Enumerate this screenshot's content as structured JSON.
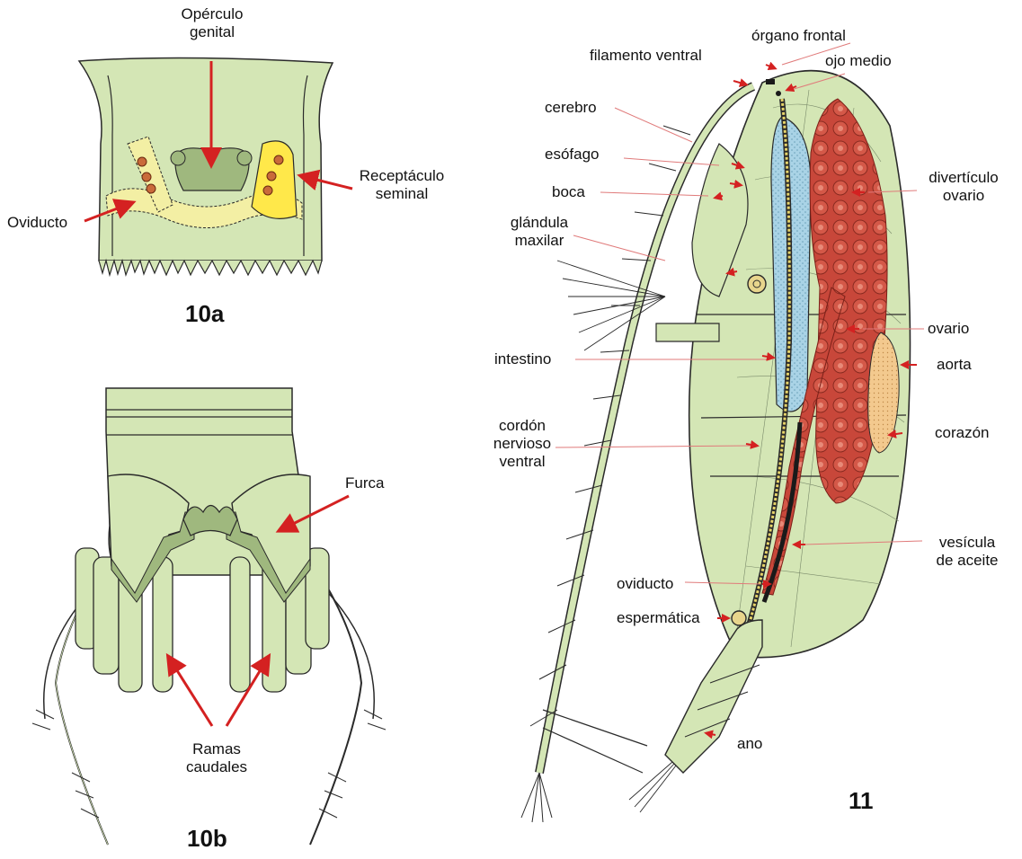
{
  "colors": {
    "body_fill": "#d4e6b5",
    "body_dark": "#9fb87e",
    "outline": "#2a2a2a",
    "arrow": "#d42121",
    "leader": "#e07a7a",
    "ovary": "#c8473a",
    "intestine": "#a9d3e6",
    "seminal_receptacle": "#ffe84a",
    "oviduct_fill": "#f3efa4",
    "egg": "#c96a3a",
    "heart": "#f3c98e"
  },
  "figure_10a": {
    "number": "10a",
    "labels": {
      "genital_operculum": [
        "Opérculo",
        "genital"
      ],
      "seminal_receptacle": [
        "Receptáculo",
        "seminal"
      ],
      "oviduct": "Oviducto"
    }
  },
  "figure_10b": {
    "number": "10b",
    "labels": {
      "furca": "Furca",
      "caudal_rami": [
        "Ramas",
        "caudales"
      ]
    }
  },
  "figure_11": {
    "number": "11",
    "labels": {
      "frontal_organ": "órgano frontal",
      "ventral_filament": "filamento ventral",
      "median_eye": "ojo medio",
      "brain": "cerebro",
      "esophagus": "esófago",
      "mouth": "boca",
      "maxillary_gland": [
        "glándula",
        "maxilar"
      ],
      "diverticulum_ovary": [
        "divertículo",
        "ovario"
      ],
      "ovary": "ovario",
      "aorta": "aorta",
      "intestine": "intestino",
      "heart": "corazón",
      "ventral_nerve_cord": [
        "cordón",
        "nervioso",
        "ventral"
      ],
      "oil_vesicle": [
        "vesícula",
        "de aceite"
      ],
      "oviduct": "oviducto",
      "spermatic": "espermática",
      "anus": "ano"
    }
  }
}
